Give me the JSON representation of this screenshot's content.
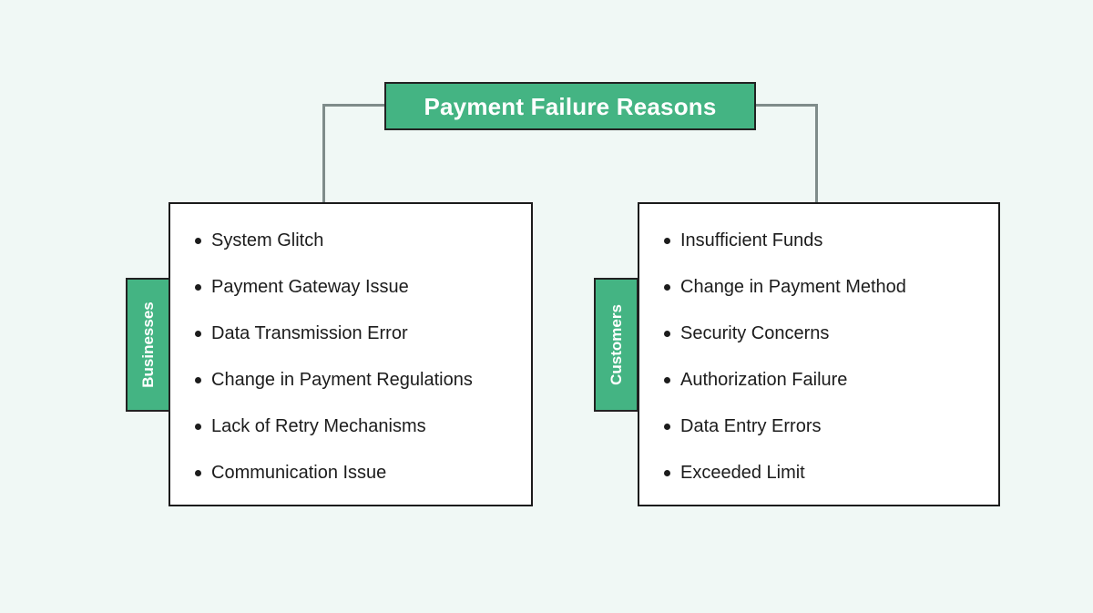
{
  "diagram": {
    "background_color": "#f0f8f5",
    "accent_color": "#44b483",
    "border_color": "#1b1b1b",
    "connector_color": "#7f8c8a",
    "root": {
      "title": "Payment Failure Reasons"
    },
    "branches": [
      {
        "tab_label": "Businesses",
        "items": [
          "System Glitch",
          "Payment Gateway Issue",
          "Data Transmission Error",
          "Change in Payment Regulations",
          "Lack of Retry Mechanisms",
          "Communication Issue"
        ]
      },
      {
        "tab_label": "Customers",
        "items": [
          "Insufficient Funds",
          "Change in Payment Method",
          "Security Concerns",
          "Authorization Failure",
          "Data Entry Errors",
          "Exceeded Limit"
        ]
      }
    ]
  }
}
